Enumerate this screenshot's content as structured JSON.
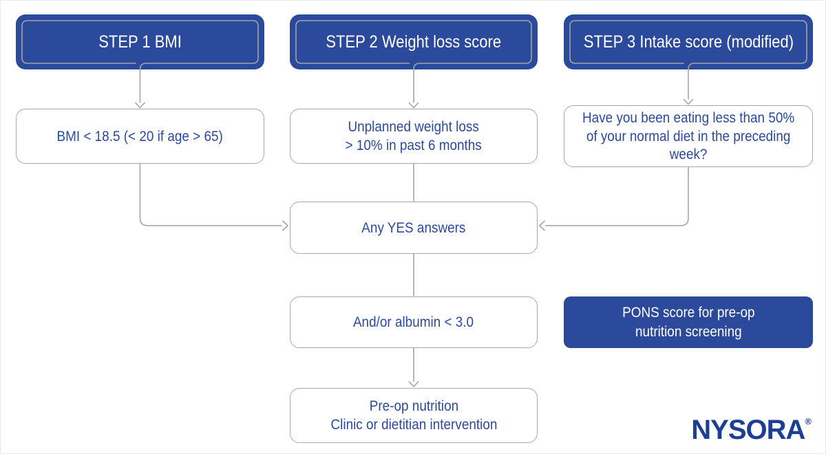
{
  "colors": {
    "primary_blue": "#2c4a9c",
    "text_blue": "#2b4a9e",
    "line_gray": "#a2a4a6",
    "logo_blue": "#1d3e96"
  },
  "steps": [
    {
      "header": "STEP 1 BMI",
      "criteria": "BMI < 18.5 (< 20 if age > 65)"
    },
    {
      "header": "STEP 2 Weight loss score",
      "criteria": "Unplanned weight loss\n> 10% in past 6 months"
    },
    {
      "header": "STEP 3 Intake score (modified)",
      "criteria": "Have you been eating less than 50%\nof your normal diet in the preceding\nweek?"
    }
  ],
  "flow": {
    "any_yes": "Any YES answers",
    "albumin": "And/or albumin < 3.0",
    "outcome": "Pre-op nutrition\nClinic or dietitian intervention"
  },
  "note": {
    "label": "PONS score for pre-op\nnutrition screening"
  },
  "branding": {
    "logo": "NYSORA",
    "registered": "®"
  }
}
